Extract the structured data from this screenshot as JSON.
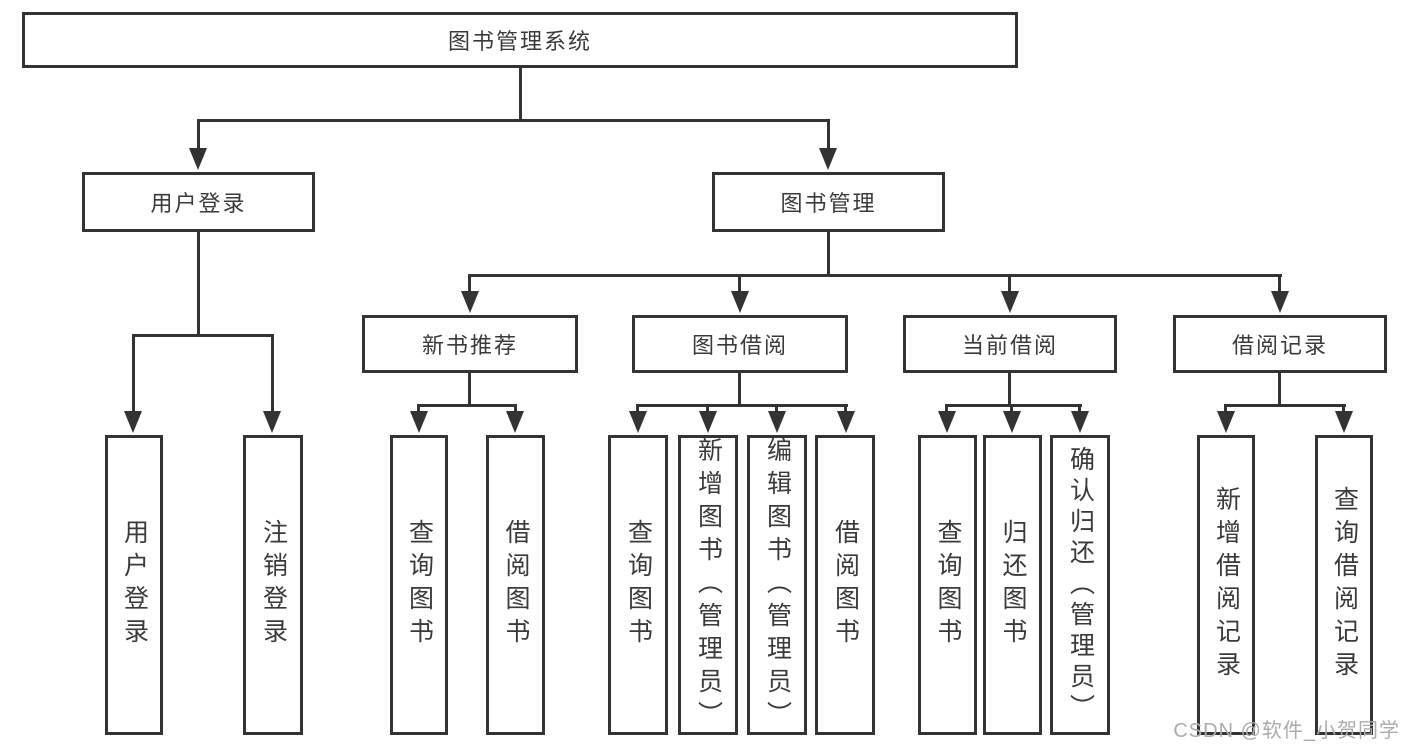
{
  "tree": {
    "root": "图书管理系统",
    "level2": [
      "用户登录",
      "图书管理"
    ],
    "level3": [
      "新书推荐",
      "图书借阅",
      "当前借阅",
      "借阅记录"
    ],
    "leaves": {
      "user_login": [
        "用户登录",
        "注销登录"
      ],
      "new_book": [
        "查询图书",
        "借阅图书"
      ],
      "borrow": [
        "查询图书",
        "新增图书（管理员）",
        "编辑图书（管理员）",
        "借阅图书"
      ],
      "current": [
        "查询图书",
        "归还图书",
        "确认归还（管理员）"
      ],
      "records": [
        "新增借阅记录",
        "查询借阅记录"
      ]
    }
  },
  "watermark": "CSDN @软件_小贺同学",
  "colors": {
    "line": "#333333",
    "text": "#3a3a3a",
    "background": "#ffffff",
    "watermark": "#ababab"
  }
}
